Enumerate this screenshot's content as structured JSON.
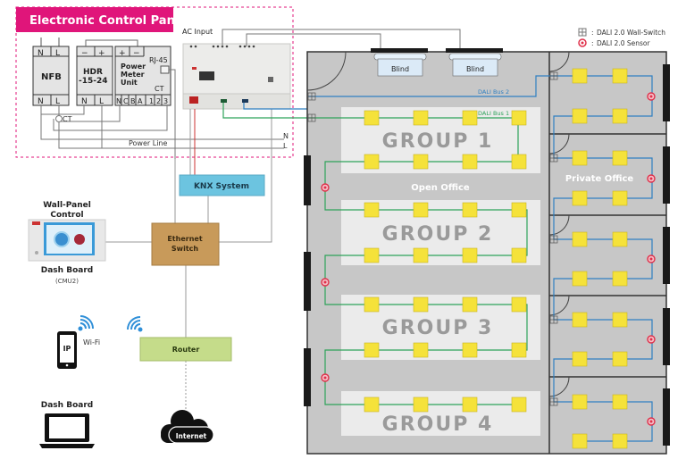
{
  "panel": {
    "title": "Electronic Control Panel",
    "nfb": {
      "label": "NFB",
      "top": [
        "N",
        "L"
      ],
      "bottom": [
        "N",
        "L"
      ]
    },
    "hdr": {
      "label1": "HDR",
      "label2": "-15-24",
      "top": [
        "−",
        "+"
      ],
      "bottom": [
        "N",
        "L"
      ]
    },
    "pmu": {
      "label1": "Power",
      "label2": "Meter",
      "label3": "Unit",
      "top": [
        "+",
        "−"
      ],
      "rj45": "RJ-45",
      "ct": "CT",
      "bottom": [
        "N",
        "C",
        "B",
        "A",
        "1",
        "2",
        "3"
      ]
    },
    "ct_label": "CT",
    "power_line": "Power Line",
    "n_label": "N",
    "l_label": "L",
    "ac_input": "AC Input"
  },
  "knx": {
    "label": "KNX System"
  },
  "ethernet": {
    "label1": "Ethernet",
    "label2": "Switch"
  },
  "router": {
    "label": "Router"
  },
  "internet": {
    "label": "Internet"
  },
  "wall_panel": {
    "title1": "Wall-Panel",
    "title2": "Control",
    "caption": "Dash Board",
    "sub": "(CMU2)"
  },
  "phone": {
    "label": "IP",
    "wifi": "Wi-Fi"
  },
  "laptop": {
    "caption": "Dash Board"
  },
  "legend": {
    "switch": "DALI 2.0 Wall-Switch",
    "sensor": "DALI 2.0 Sensor",
    "sep": ":"
  },
  "blinds": [
    "Blind",
    "Blind"
  ],
  "bus": {
    "bus1": "DALI Bus 1",
    "bus2": "DALI Bus 2"
  },
  "open_office": "Open Office",
  "private_office": "Private Office",
  "groups": [
    "GROUP 1",
    "GROUP 2",
    "GROUP 3",
    "GROUP 4"
  ],
  "colors": {
    "brand": "#e0157a",
    "knx": "#6cc4e0",
    "ethernet": "#c89a5a",
    "router": "#c5dc8a",
    "bus1": "#2ea35a",
    "bus2": "#2f7fc1",
    "light": "#f5e23a",
    "sensor": "#e0304a",
    "floor": "#c7c7c7"
  }
}
